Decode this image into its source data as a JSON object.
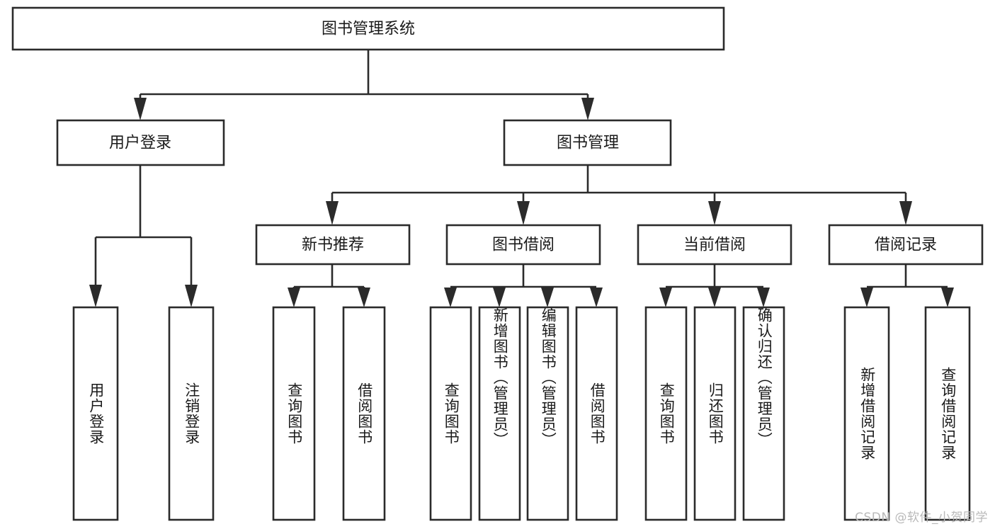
{
  "diagram": {
    "type": "tree",
    "title_node": {
      "label": "图书管理系统"
    },
    "level2": [
      {
        "label": "用户登录"
      },
      {
        "label": "图书管理"
      }
    ],
    "level3": [
      {
        "label": "新书推荐"
      },
      {
        "label": "图书借阅"
      },
      {
        "label": "当前借阅"
      },
      {
        "label": "借阅记录"
      }
    ],
    "leaves": {
      "user_login": [
        {
          "label": "用户登录"
        },
        {
          "label": "注销登录"
        }
      ],
      "new_book_recommend": [
        {
          "label": "查询图书"
        },
        {
          "label": "借阅图书"
        }
      ],
      "book_borrow": [
        {
          "label": "查询图书"
        },
        {
          "label": "新增图书（管理员）"
        },
        {
          "label": "编辑图书（管理员）"
        },
        {
          "label": "借阅图书"
        }
      ],
      "current_borrow": [
        {
          "label": "查询图书"
        },
        {
          "label": "归还图书"
        },
        {
          "label": "确认归还（管理员）"
        }
      ],
      "borrow_record": [
        {
          "label": "新增借阅记录"
        },
        {
          "label": "查询借阅记录"
        }
      ]
    }
  },
  "watermark": {
    "text": "CSDN @软件_小贺同学"
  },
  "colors": {
    "stroke": "#2b2b2b",
    "fill": "#ffffff",
    "text": "#1a1a1a",
    "watermark": "#b9b9b9"
  }
}
